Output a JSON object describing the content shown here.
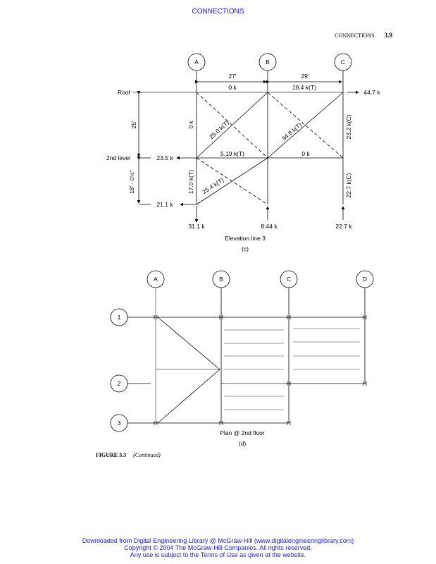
{
  "header": {
    "top_link": "CONNECTIONS",
    "running_head": "CONNECTIONS",
    "page_number": "3.9"
  },
  "elevation": {
    "gridlines": [
      "A",
      "B",
      "C"
    ],
    "dims": {
      "ab": "27'",
      "bc": "29'",
      "upper": "25'",
      "lower": "18' - 0½\""
    },
    "levels": {
      "roof": "Roof",
      "second": "2nd level"
    },
    "loads": {
      "roof": "44.7 k",
      "second": "23.5 k",
      "ground": "21.1 k"
    },
    "reactions": {
      "a": "31.1 k",
      "b": "8.44 k",
      "c": "22.7 k"
    },
    "members": {
      "roof_ab": "0 k",
      "roof_bc": "18.4 k(T)",
      "col_a_upper": "0 k",
      "diag_ab_upper": "25.0 k(T)",
      "diag_bc_upper": "34.8 k(T)",
      "col_c_upper": "23.2 k(C)",
      "second_ab": "5.19 k(T)",
      "second_bc": "0 k",
      "col_a_lower": "17.0 k(T)",
      "diag_ab_lower": "25.4 k(T)",
      "col_c_lower": "22.7 k(C)"
    },
    "title": "Elevation line 3",
    "label": "(c)"
  },
  "plan": {
    "col_grid": [
      "A",
      "B",
      "C",
      "D"
    ],
    "row_grid": [
      "1",
      "2",
      "3"
    ],
    "hanger": "H",
    "title": "Plan @ 2nd floor",
    "label": "(d)"
  },
  "caption": {
    "figure": "FIGURE 3.3",
    "note": "(Continued)"
  },
  "footer": {
    "line1": "Downloaded from Digital Engineering Library @ McGraw-Hill (www.digitalengineeringlibrary.com)",
    "line2": "Copyright © 2004 The McGraw-Hill Companies. All rights reserved.",
    "line3": "Any use is subject to the Terms of Use as given at the website."
  }
}
